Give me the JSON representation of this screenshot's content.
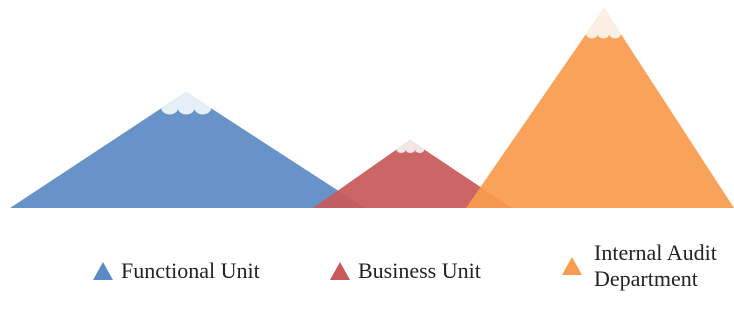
{
  "legend": {
    "items": [
      {
        "key": "functional",
        "label": "Functional Unit",
        "color": "#5b8bc5"
      },
      {
        "key": "business",
        "label": "Business Unit",
        "color": "#c85a5a"
      },
      {
        "key": "internal",
        "label": "Internal Audit Department",
        "color": "#f79b4e"
      }
    ]
  },
  "mountains": [
    {
      "key": "functional",
      "name": "Functional Unit",
      "color": "#5b8bc5",
      "snow_color": "#e6eef7",
      "relative_height": 0.58
    },
    {
      "key": "business",
      "name": "Business Unit",
      "color": "#c85a5a",
      "snow_color": "#f2e6e6",
      "relative_height": 0.34
    },
    {
      "key": "internal",
      "name": "Internal Audit Department",
      "color": "#f79b4e",
      "snow_color": "#fbeee3",
      "relative_height": 1.0
    }
  ]
}
